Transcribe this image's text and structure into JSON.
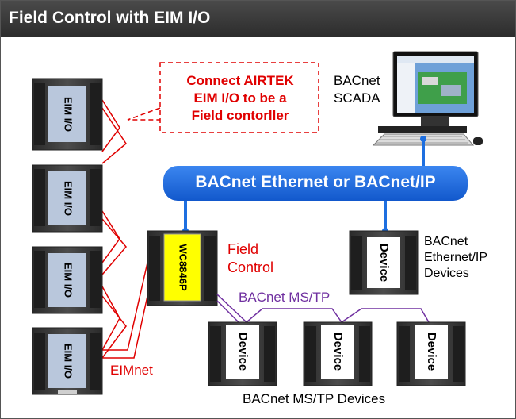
{
  "header": {
    "title": "Field Control with EIM I/O"
  },
  "callout": {
    "line1": "Connect AIRTEK",
    "line2": "EIM I/O to be a",
    "line3": "Field contorller"
  },
  "scada": {
    "line1": "BACnet",
    "line2": "SCADA"
  },
  "network": {
    "label": "BACnet Ethernet or BACnet/IP"
  },
  "field_control": {
    "line1": "Field",
    "line2": "Control",
    "module_label": "WC8846P"
  },
  "ethernet_devices": {
    "line1": "BACnet",
    "line2": "Ethernet/IP",
    "line3": "Devices",
    "module_label": "Device"
  },
  "mstp": {
    "bus_label": "BACnet MS/TP",
    "devices_label": "BACnet MS/TP Devices",
    "module_label": "Device"
  },
  "eim": {
    "module_label": "EIM I/O",
    "bus_label": "EIMnet"
  },
  "colors": {
    "red": "#e00000",
    "purple": "#7030a0",
    "blue": "#1e6fe0",
    "module_dark": "#3a3a3a",
    "eim_label_bg": "#b9c7dc",
    "wc_label_bg": "#ffff00"
  }
}
